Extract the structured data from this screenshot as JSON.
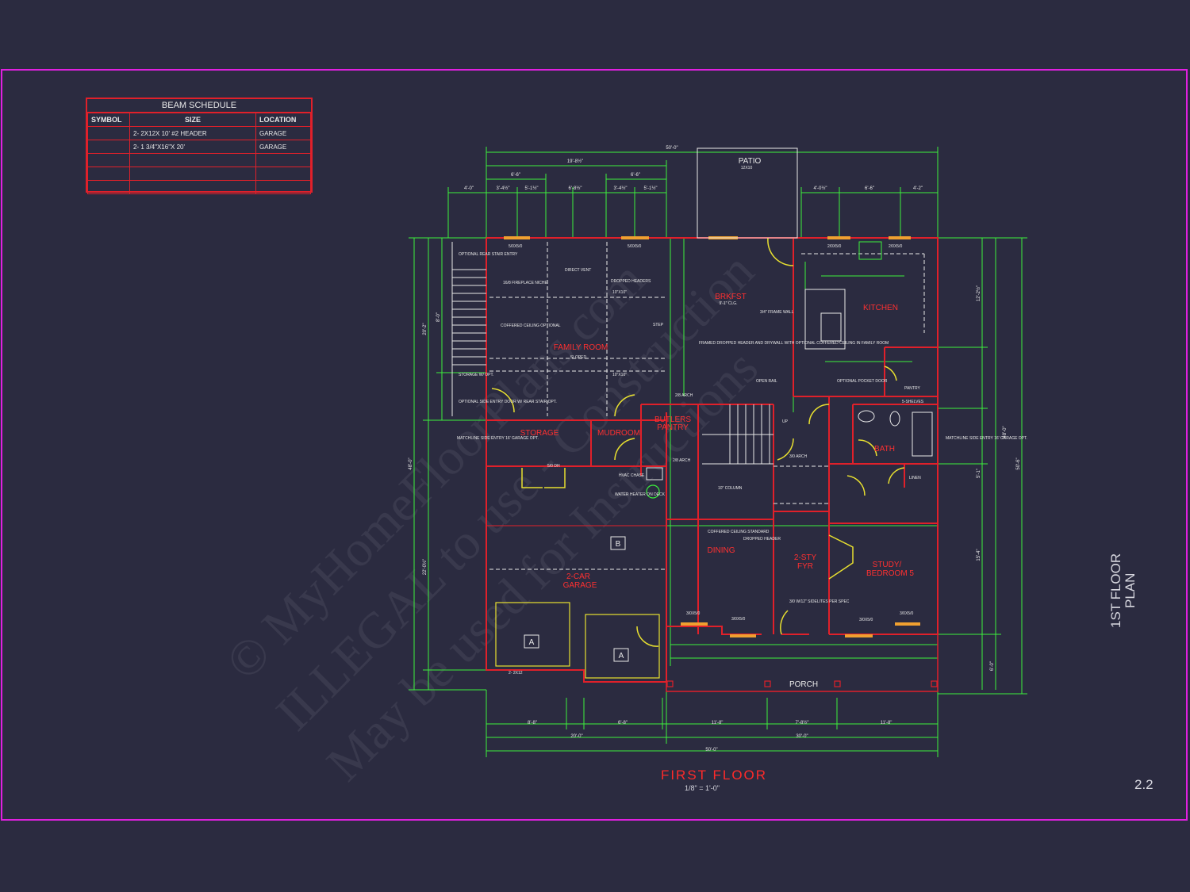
{
  "beam_schedule": {
    "title": "BEAM SCHEDULE",
    "headers": {
      "symbol": "SYMBOL",
      "size": "SIZE",
      "location": "LOCATION"
    },
    "rows": [
      {
        "symbol": "",
        "size": "2- 2X12X 10' #2 HEADER",
        "location": "GARAGE"
      },
      {
        "symbol": "",
        "size": "2- 1 3/4\"X16\"X 20'",
        "location": "GARAGE"
      },
      {
        "symbol": "",
        "size": "",
        "location": ""
      },
      {
        "symbol": "",
        "size": "",
        "location": ""
      },
      {
        "symbol": "",
        "size": "",
        "location": ""
      }
    ]
  },
  "rooms": {
    "family_room": "FAMILY ROOM",
    "family_room_ceiling": "SLOPED",
    "brkfst": "BRKFST",
    "brkfst_ceiling": "9'-1\" CLG.",
    "kitchen": "KITCHEN",
    "storage": "STORAGE",
    "mudroom": "MUDROOM",
    "butlers_pantry_1": "BUTLERS",
    "butlers_pantry_2": "PANTRY",
    "bath": "BATH",
    "garage_1": "2-CAR",
    "garage_2": "GARAGE",
    "dining": "DINING",
    "foyer_1": "2-STY",
    "foyer_2": "FYR",
    "study_1": "STUDY/",
    "study_2": "BEDROOM 5",
    "patio": "PATIO",
    "patio_size": "12X10",
    "porch": "PORCH"
  },
  "dimensions": {
    "top_overall": "50'-0\"",
    "top_a": "19'-8½\"",
    "top_b": "6'-6\"",
    "top_c": "6'-6\"",
    "top_d": "4'-0\"",
    "top_e": "3'-4½\"",
    "top_f": "5'-1½\"",
    "top_g": "6'-8½\"",
    "top_h": "3'-4½\"",
    "top_i": "5'-1½\"",
    "top_j": "4'-0½\"",
    "top_k": "6'-6\"",
    "top_l": "4'-2\"",
    "bottom_overall": "50'-0\"",
    "bottom_left": "20'-0\"",
    "bottom_right": "30'-0\"",
    "bottom_a": "8'-8\"",
    "bottom_b": "6'-8\"",
    "bottom_c": "11'-8\"",
    "bottom_d": "7'-8½\"",
    "bottom_e": "11'-8\"",
    "left_overall": "48'-0\"",
    "left_a": "20'-2\"",
    "left_b": "8'-0\"",
    "left_c": "22'-0½\"",
    "right_overall": "50'-6\"",
    "right_a": "48'-0\"",
    "right_b": "12'-2½\"",
    "right_c": "5'-1\"",
    "right_d": "15'-4\"",
    "right_e": "6'-0\""
  },
  "notes": {
    "optional_rear_stair": "OPTIONAL REAR STAIR ENTRY",
    "fireplace": "16/8 FIREPLACE NICHE",
    "direct_vent": "DIRECT VENT",
    "dropped_headers": "DROPPED HEADERS",
    "coffered_optional": "COFFERED CEILING OPTIONAL",
    "framed_dropped": "FRAMED DROPPED HEADER AND DRYWALL WITH OPTIONAL COFFERED CEILING IN FAMILY ROOM",
    "frame_wall": "3/4\" FRAME WALL",
    "storage_opt": "STORAGE W/ OPT.",
    "optional_side_entry": "OPTIONAL SIDE ENTRY DOOR W/ REAR STAIR OPT.",
    "matchline_left": "MATCHLINE SIDE ENTRY 16' GARAGE OPT.",
    "matchline_right": "MATCHLINE SIDE ENTRY 16' GARAGE OPT.",
    "hvac_chase": "HVAC CHASE",
    "water_heater": "WATER HEATER ON DECK",
    "ten_column": "10\" COLUMN",
    "coffered_standard": "COFFERED CEILING STANDARD",
    "dropped_header": "DROPPED HEADER",
    "sidelites": "3/0 W/12\" SIDELITES PER SPEC",
    "pantry": "PANTRY",
    "shelves": "5-SHELVES",
    "linen": "LINEN",
    "open_rail": "OPEN RAIL",
    "optional_pocket": "OPTIONAL POCKET DOOR",
    "arch_1": "2/8 ARCH",
    "arch_2": "3/0 ARCH",
    "arch_3": "2/8 ARCH",
    "step": "STEP",
    "up": "UP",
    "beam_2x12": "2- 2X12",
    "window_1": "5/0X5/0",
    "window_2": "5/0X5/0",
    "window_3": "2/0X5/0",
    "window_4": "2/0X5/0",
    "window_5": "3/0X5/0",
    "window_6": "3/0X5/0",
    "window_7": "3/0X5/0",
    "window_8": "3/0X5/0",
    "door_510": "5/0 DH",
    "ten_by_ten_a": "10\"X10\"",
    "ten_by_ten_b": "10\"X10\""
  },
  "symbols": {
    "beam_a": "A",
    "beam_a2": "A",
    "beam_b": "B"
  },
  "watermark": {
    "line1": "© MyHomeFloorPlans.com",
    "line2": "ILLEGAL to use - Construction",
    "line3": "May be used for Instructions"
  },
  "sheet": {
    "title": "1ST FLOOR PLAN",
    "number": "2.2",
    "drawing_title": "FIRST FLOOR",
    "drawing_scale": "1/8\" = 1'-0\""
  },
  "colors": {
    "background": "#2b2b40",
    "border": "#e020e0",
    "walls": "#e0202a",
    "dimensions": "#3cf03c",
    "text": "#e8e8e8"
  }
}
